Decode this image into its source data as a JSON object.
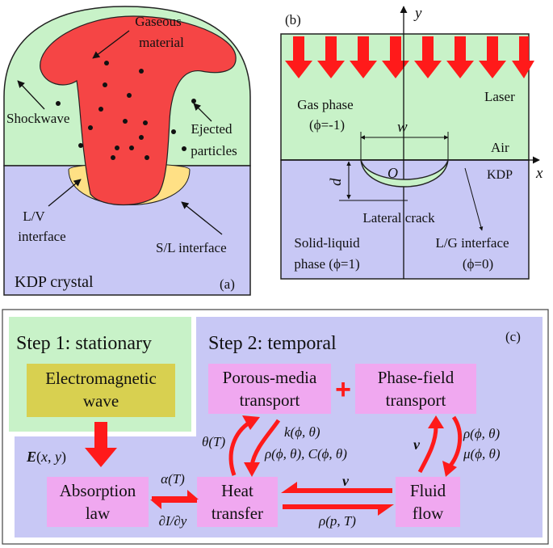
{
  "panel_a": {
    "tag": "(a)",
    "gaseous_1": "Gaseous",
    "gaseous_2": "material",
    "shockwave": "Shockwave",
    "ejected_1": "Ejected",
    "ejected_2": "particles",
    "lv_1": "L/V",
    "lv_2": "interface",
    "sl": "S/L interface",
    "crystal": "KDP crystal"
  },
  "panel_b": {
    "tag": "(b)",
    "y_axis": "y",
    "x_axis": "x",
    "laser": "Laser",
    "gas_1": "Gas phase",
    "gas_2": "(ϕ=-1)",
    "air": "Air",
    "kdp": "KDP",
    "w": "w",
    "o": "O",
    "d": "d",
    "crack": "Lateral crack",
    "solid_1": "Solid-liquid",
    "solid_2": "phase (ϕ=1)",
    "lg_1": "L/G interface",
    "lg_2": "(ϕ=0)"
  },
  "panel_c": {
    "tag": "(c)",
    "step1": "Step 1: stationary",
    "step2": "Step 2: temporal",
    "em_1": "Electromagnetic",
    "em_2": "wave",
    "porous_1": "Porous-media",
    "porous_2": "transport",
    "plus": "+",
    "phase_1": "Phase-field",
    "phase_2": "transport",
    "absorb_1": "Absorption",
    "absorb_2": "law",
    "heat_1": "Heat",
    "heat_2": "transfer",
    "fluid_1": "Fluid",
    "fluid_2": "flow",
    "exy": "E(x, y)",
    "alpha": "α(T)",
    "didy": "∂I/∂y",
    "theta": "θ(T)",
    "k": "k(ϕ, θ)",
    "rho_c": "ρ(ϕ, θ), C(ϕ, θ)",
    "v_mid": "v",
    "rho_pt": "ρ(p, T)",
    "v_right": "v",
    "rho_right": "ρ(ϕ, θ)",
    "mu_right": "μ(ϕ, θ)"
  },
  "colors": {
    "green": "#c8f2c8",
    "blue": "#c8c8f5",
    "red": "#ff1a1a",
    "orange": "#ffe085",
    "pink": "#f0a8f0",
    "olive": "#d8d050"
  }
}
